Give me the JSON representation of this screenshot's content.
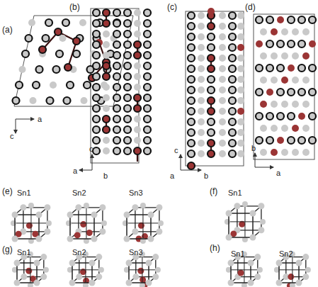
{
  "diagram": {
    "labels": [
      "(a)",
      "a",
      "c",
      "(b)",
      "c",
      "a",
      "b",
      "(c)",
      "c",
      "a",
      "b",
      "(d)",
      "b",
      "a",
      "(e)",
      "Sn1",
      "Sn2",
      "Sn3",
      "(f)",
      "Sn1",
      "(g)",
      "Sn1",
      "Sn2",
      "Sn3",
      "(h)",
      "Sn1",
      "Sn2"
    ]
  }
}
